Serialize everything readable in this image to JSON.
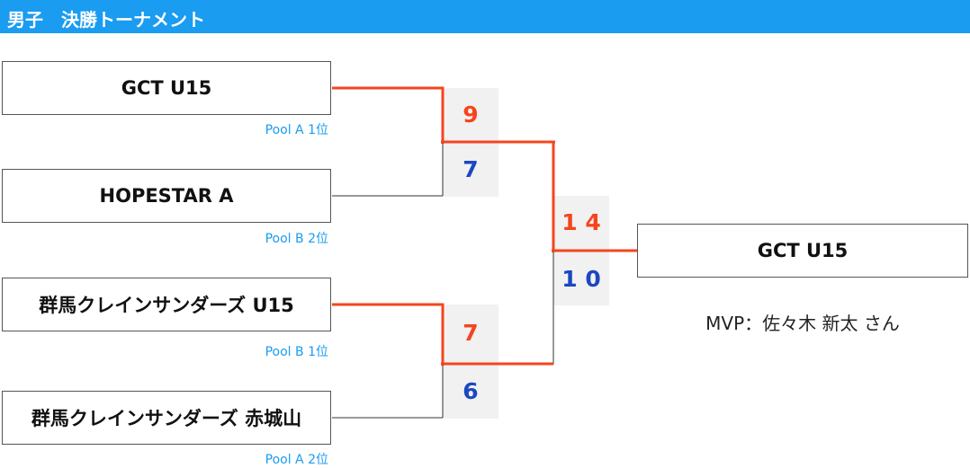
{
  "header": {
    "title": "男子　決勝トーナメント"
  },
  "teams": [
    {
      "name": "GCT U15",
      "pool": "Pool A 1位"
    },
    {
      "name": "HOPESTAR A",
      "pool": "Pool B 2位"
    },
    {
      "name": "群馬クレインサンダーズ U15",
      "pool": "Pool B 1位"
    },
    {
      "name": "群馬クレインサンダーズ 赤城山",
      "pool": "Pool A 2位"
    }
  ],
  "semifinal1": {
    "score_top": "9",
    "score_bottom": "7"
  },
  "semifinal2": {
    "score_top": "7",
    "score_bottom": "6"
  },
  "final": {
    "score_top": "1 4",
    "score_bottom": "1 0"
  },
  "champion": {
    "name": "GCT U15"
  },
  "mvp": {
    "text": "MVP：佐々木 新太 さん"
  },
  "colors": {
    "header": "#1a9cf0",
    "winner_line": "#f5451e",
    "winner_score": "#f5451e",
    "loser_score": "#1b47c0"
  }
}
